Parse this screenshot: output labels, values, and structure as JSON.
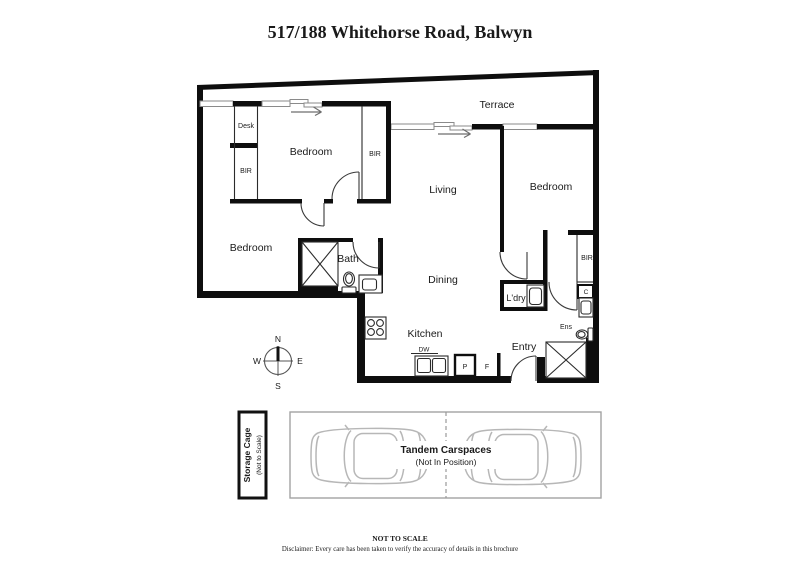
{
  "title": "517/188 Whitehorse Road, Balwyn",
  "rooms": {
    "terrace": "Terrace",
    "bedroom_top": "Bedroom",
    "bedroom_left": "Bedroom",
    "bedroom_right": "Bedroom",
    "living": "Living",
    "dining": "Dining",
    "kitchen": "Kitchen",
    "bath": "Bath",
    "laundry": "L'dry",
    "entry": "Entry",
    "ensuite": "Ens"
  },
  "fixtures": {
    "desk": "Desk",
    "bir_closet": "BIR",
    "bir_bedroom_top": "BIR",
    "bir_bedroom_right": "BIR",
    "cupboard": "C",
    "dishwasher": "DW",
    "pantry": "P",
    "fridge": "F"
  },
  "compass": {
    "north": "N",
    "south": "S",
    "east": "E",
    "west": "W"
  },
  "storage_cage": {
    "label": "Storage Cage",
    "note": "(Not to Scale)"
  },
  "carspaces": {
    "label": "Tandem Carspaces",
    "note": "(Not In Position)"
  },
  "footer": {
    "scale": "NOT TO SCALE",
    "disclaimer": "Disclaimer: Every care has been taken to verify the accuracy of details in this brochure"
  }
}
